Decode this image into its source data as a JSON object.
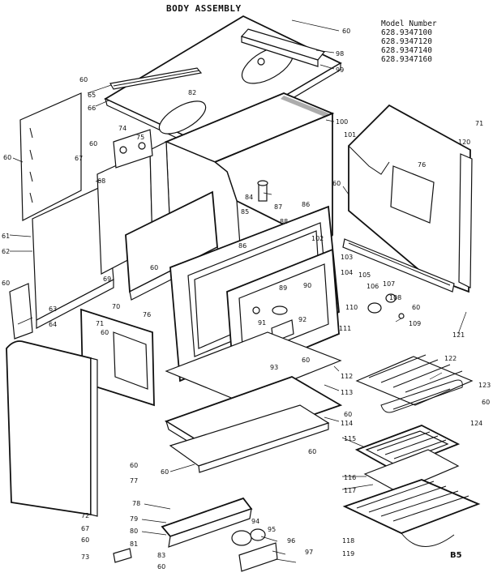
{
  "title": "BODY ASSEMBLY",
  "model_header": "Model Number",
  "models": [
    "628.9347100",
    "628.9347120",
    "628.9347140",
    "628.9347160"
  ],
  "corner_code": "B5",
  "callouts": {
    "c60a": "60",
    "c98": "98",
    "c99": "99",
    "c82": "82",
    "c60b": "60",
    "c65": "65",
    "c66": "66",
    "c100": "100",
    "c101": "101",
    "c71": "71",
    "c120": "120",
    "c76a": "76",
    "c60c": "60",
    "c74": "74",
    "c75": "75",
    "c60d": "60",
    "c67a": "67",
    "c68": "68",
    "c84": "84",
    "c87": "87",
    "c86a": "86",
    "c85": "85",
    "c88": "88",
    "c60e": "60",
    "c61": "61",
    "c62": "62",
    "c60f": "60",
    "c63": "63",
    "c64": "64",
    "c69": "69",
    "c60g": "60",
    "c86b": "86",
    "c102": "102",
    "c103": "103",
    "c104": "104",
    "c105": "105",
    "c106": "106",
    "c107": "107",
    "c108": "108",
    "c60h": "60",
    "c109": "109",
    "c121": "121",
    "c89": "89",
    "c90": "90",
    "c110": "110",
    "c111": "111",
    "c91": "91",
    "c92": "92",
    "c93": "93",
    "c60i": "60",
    "c70": "70",
    "c71b": "71",
    "c60j": "60",
    "c76b": "76",
    "c112": "112",
    "c113": "113",
    "c114": "114",
    "c60k": "60",
    "c60l": "60",
    "c60m": "60",
    "c122": "122",
    "c123": "123",
    "c60n": "60",
    "c124": "124",
    "c115": "115",
    "c116": "116",
    "c117": "117",
    "c60o": "60",
    "c77": "77",
    "c72": "72",
    "c67b": "67",
    "c60p": "60",
    "c73": "73",
    "c78": "78",
    "c79": "79",
    "c80": "80",
    "c81": "81",
    "c83": "83",
    "c60q": "60",
    "c94": "94",
    "c95": "95",
    "c96": "96",
    "c97": "97",
    "c118": "118",
    "c119": "119"
  }
}
